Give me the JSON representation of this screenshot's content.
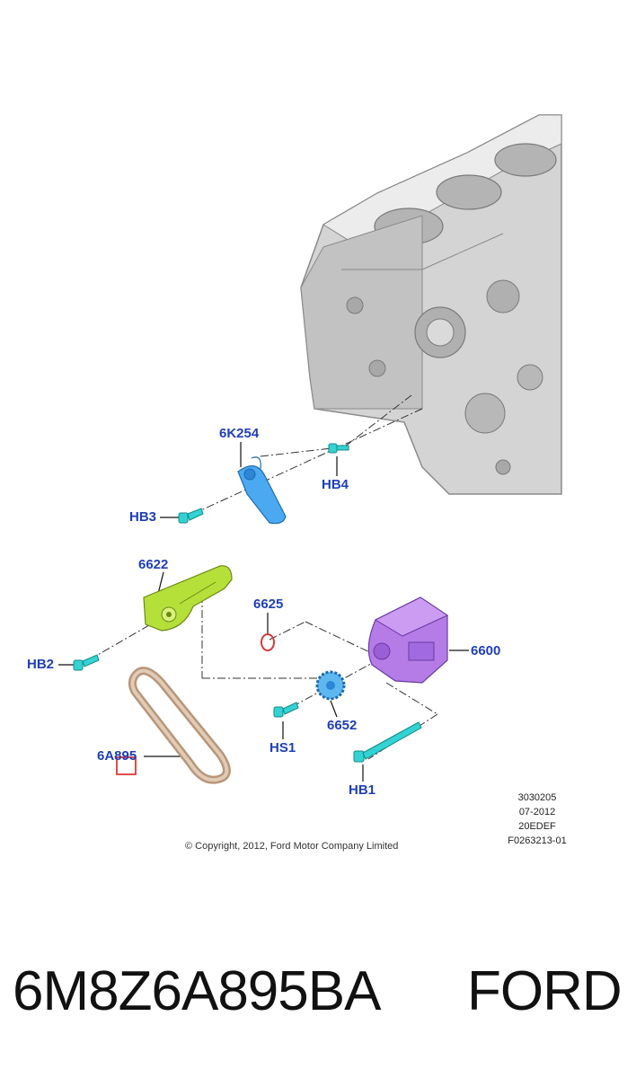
{
  "callouts": {
    "c_6K254": "6K254",
    "c_HB4": "HB4",
    "c_HB3": "HB3",
    "c_6622": "6622",
    "c_6625": "6625",
    "c_6600": "6600",
    "c_HB2": "HB2",
    "c_6652": "6652",
    "c_HS1": "HS1",
    "c_6A895": "6A895",
    "c_HB1": "HB1"
  },
  "stamp": [
    "3030205",
    "07-2012",
    "20EDEF",
    "F0263213-01"
  ],
  "copyright": "© Copyright, 2012, Ford Motor Company Limited",
  "part_number": "6M8Z6A895BA",
  "brand": "FORD",
  "colors": {
    "callout": "#1f3fb8",
    "block": "#c9c9c9",
    "tensioner_arm": "#4aa9f0",
    "guide_arm": "#b5e03a",
    "pump": "#b57ce8",
    "sprocket": "#5fb7f0",
    "fastener": "#34d3d3",
    "chain": "#c9a98e",
    "seal": "#d43a3a",
    "highlight": "#e02020"
  }
}
